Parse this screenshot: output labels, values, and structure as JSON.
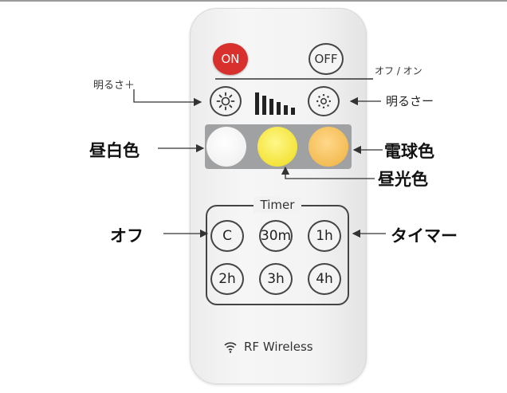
{
  "remote": {
    "on_label": "ON",
    "off_label": "OFF",
    "timer_title": "Timer",
    "timer_buttons": [
      "C",
      "30m",
      "1h",
      "2h",
      "3h",
      "4h"
    ],
    "rf_label": "RF Wireless",
    "colors": {
      "daylight_white": "#f4f4f4",
      "daylight_yellow": "#f4e43a",
      "bulb_orange": "#f4bd55",
      "on_red": "#d8302d"
    }
  },
  "annotations": {
    "on_off": "オフ / オン",
    "brightness_up": "明るさ＋",
    "brightness_down": "明るさー",
    "hiru_shiro": "昼白色",
    "denkyu": "電球色",
    "hikari": "昼光色",
    "off": "オフ",
    "timer": "タイマー"
  },
  "icons": [
    "sun-plus-icon",
    "sun-minus-icon",
    "brightness-bars-icon",
    "wifi-icon"
  ]
}
